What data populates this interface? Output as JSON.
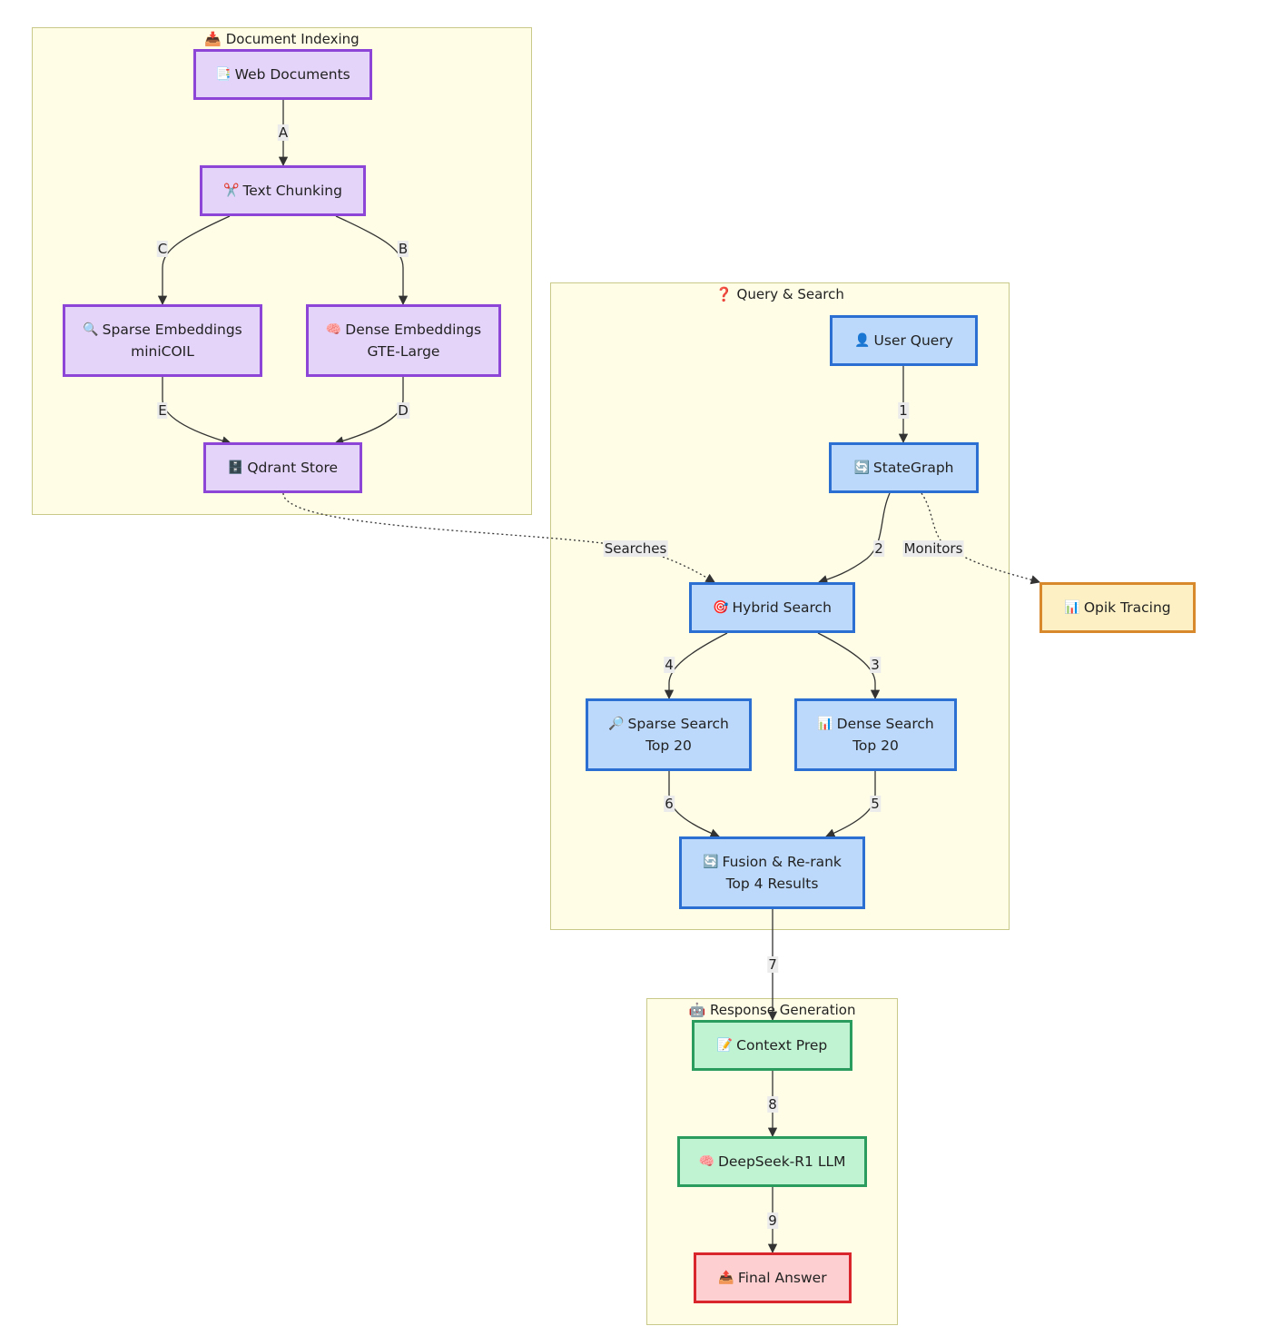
{
  "clusters": {
    "indexing": "📥 Document Indexing",
    "query": "❓ Query & Search",
    "response": "🤖 Response Generation"
  },
  "nodes": {
    "web_docs": {
      "icon": "📑",
      "line1": "Web Documents"
    },
    "chunking": {
      "icon": "✂️",
      "line1": "Text Chunking"
    },
    "sparse_emb": {
      "icon": "🔍",
      "line1": "Sparse Embeddings",
      "line2": "miniCOIL"
    },
    "dense_emb": {
      "icon": "🧠",
      "line1": "Dense Embeddings",
      "line2": "GTE-Large"
    },
    "qdrant": {
      "icon": "🗄️",
      "line1": "Qdrant Store"
    },
    "user_query": {
      "icon": "👤",
      "line1": "User Query"
    },
    "stategraph": {
      "icon": "🔄",
      "line1": "StateGraph"
    },
    "hybrid": {
      "icon": "🎯",
      "line1": "Hybrid Search"
    },
    "sparse_search": {
      "icon": "🔎",
      "line1": "Sparse Search",
      "line2": "Top 20"
    },
    "dense_search": {
      "icon": "📊",
      "line1": "Dense Search",
      "line2": "Top 20"
    },
    "fusion": {
      "icon": "🔄",
      "line1": "Fusion & Re-rank",
      "line2": "Top 4 Results"
    },
    "opik": {
      "icon": "📊",
      "line1": "Opik Tracing"
    },
    "context": {
      "icon": "📝",
      "line1": "Context Prep"
    },
    "llm": {
      "icon": "🧠",
      "line1": "DeepSeek-R1 LLM"
    },
    "answer": {
      "icon": "📤",
      "line1": "Final Answer"
    }
  },
  "edge_labels": {
    "A": "A",
    "B": "B",
    "C": "C",
    "D": "D",
    "E": "E",
    "searches": "Searches",
    "monitors": "Monitors",
    "e1": "1",
    "e2": "2",
    "e3": "3",
    "e4": "4",
    "e5": "5",
    "e6": "6",
    "e7": "7",
    "e8": "8",
    "e9": "9"
  },
  "colors": {
    "edge": "#333333",
    "cluster_fill": "#fffde6",
    "indexing_border": "#8c45d6",
    "query_border": "#2a6fd1",
    "generation_border": "#2a9d5e",
    "answer_border": "#d9262d",
    "tracing_border": "#d8892b"
  }
}
